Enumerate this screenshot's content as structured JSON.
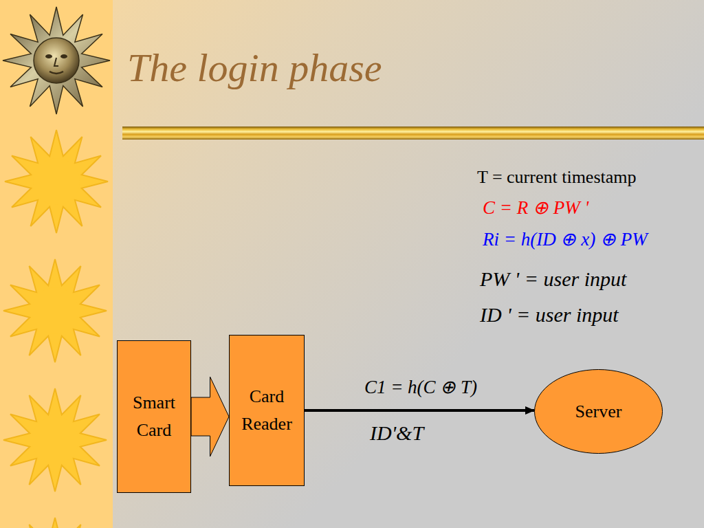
{
  "diagram": {
    "title": "The login phase",
    "nodes": [
      {
        "text": [
          "Smart Card"
        ]
      },
      {
        "text": [
          "Card Reader"
        ]
      },
      {
        "text": [
          "Server"
        ]
      }
    ],
    "edges": [
      {
        "from": 0,
        "to": 1,
        "arrow": "to"
      },
      {
        "from": 1,
        "to": 2,
        "arrow": "to",
        "label": "C1 = h(C ⊕ T)"
      }
    ],
    "labels": [
      "T = current timestamp",
      "C = R ⊕ PW '",
      "Ri = h(ID ⊕ x) ⊕ PW",
      "PW ' = user input",
      "ID ' = user input",
      "ID'&T"
    ]
  }
}
